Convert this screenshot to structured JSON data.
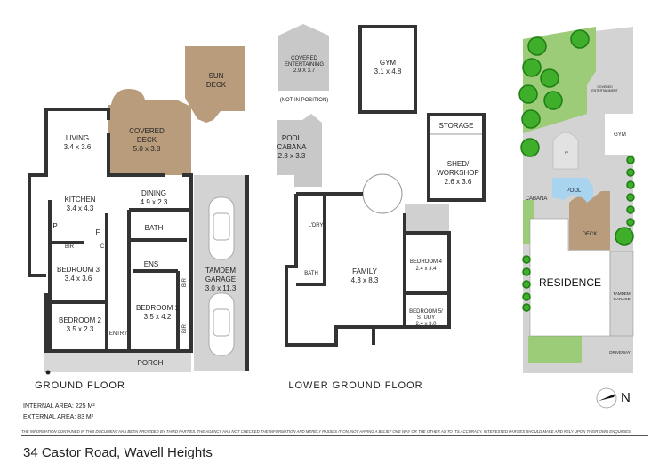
{
  "colors": {
    "deck": "#b89c7c",
    "paved": "#cfcfcf",
    "lawn": "#9ccc78",
    "pool": "#a9d4f0",
    "wall": "#333333",
    "tree": "#3fae2a"
  },
  "ground_floor": {
    "label": "GROUND FLOOR",
    "rooms": [
      {
        "name": "SUN",
        "dims": "DECK"
      },
      {
        "name": "COVERED",
        "dims": "DECK"
      },
      {
        "name": "5.0 x 3.8"
      },
      {
        "name": "LIVING",
        "dims": "3.4 x 3.6"
      },
      {
        "name": "DINING",
        "dims": "4.9 x 2.3"
      },
      {
        "name": "KITCHEN",
        "dims": "3.4 x 4.3"
      },
      {
        "name": "BEDROOM 3",
        "dims": "3.4 x 3.6"
      },
      {
        "name": "BEDROOM 2",
        "dims": "3.5 x 2.3"
      },
      {
        "name": "BEDROOM 1",
        "dims": "3.5 x 4.2"
      },
      {
        "name": "TAMDEM",
        "dims": "GARAGE"
      },
      {
        "name": "3.0 x 11.3"
      }
    ],
    "small": {
      "bath": "BATH",
      "ens": "ENS",
      "bir": "BIR",
      "p": "P",
      "f": "F",
      "c": "C",
      "entry": "ENTRY",
      "porch": "PORCH"
    }
  },
  "lower_ground_floor": {
    "label": "LOWER GROUND FLOOR",
    "covered_entertaining": [
      "COVERED",
      "ENTERTAINING",
      "2.9 X 3.7"
    ],
    "not_in_position": "(NOT IN POSITION)",
    "gym": [
      "GYM",
      "3.1 x 4.8"
    ],
    "pool_cabana": [
      "POOL",
      "CABANA",
      "2.8 x 3.3"
    ],
    "storage": "STORAGE",
    "shed": [
      "SHED/",
      "WORKSHOP",
      "2.6 x 3.6"
    ],
    "laundry": "L'DRY",
    "bath": "BATH",
    "family": [
      "FAMILY",
      "4.3 x 8.3"
    ],
    "bedroom4": [
      "BEDROOM 4",
      "2.4 x 3.4"
    ],
    "bedroom5": [
      "BEDROOM 5/",
      "STUDY",
      "2.4 x 3.0"
    ]
  },
  "site_plan": {
    "covered_entertainment": [
      "COVERED",
      "ENTERTAINMENT"
    ],
    "gym": "GYM",
    "cabana": "CABANA",
    "pool": "POOL",
    "deck": "DECK",
    "fp": "FP",
    "residence": "RESIDENCE",
    "garage": [
      "TAMDEM",
      "GARAGE"
    ],
    "driveway": "DRIVEWAY",
    "compass": "N"
  },
  "areas": {
    "internal": "INTERNAL AREA:  225 M²",
    "external": "EXTERNAL AREA:  83 M²"
  },
  "disclaimer": "THE INFORMATION CONTAINED IN THIS DOCUMENT HAS BEEN PROVIDED BY THIRD PARTIES. THE AGENCY HAS NOT CHECKED THE INFORMATION AND MERELY PASSES IT ON, NOT HAVING A BELIEF ONE WAY OR  THE OTHER AS TO ITS ACCURACY. INTERESTED PARTIES SHOULD MAKE AND RELY UPON THEIR OWN ENQUIRIES",
  "address": "34 Castor Road, Wavell Heights"
}
